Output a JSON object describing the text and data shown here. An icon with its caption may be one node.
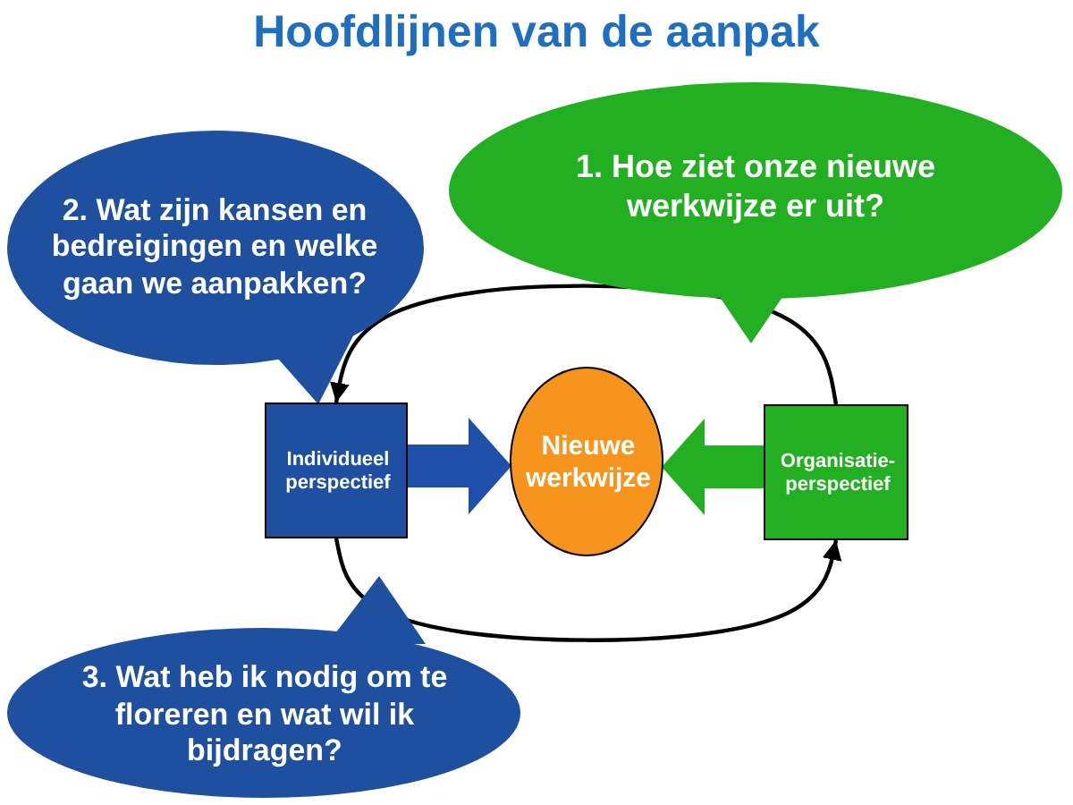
{
  "diagram": {
    "title": "Hoofdlijnen van de aanpak",
    "nodes": [
      {
        "text": [
          "2. Wat zijn kansen en bedreigingen en welke gaan we aanpakken?"
        ]
      },
      {
        "text": [
          "1. Hoe ziet onze nieuwe werkwijze er uit?"
        ]
      },
      {
        "text": [
          "Individueel perspectief"
        ]
      },
      {
        "text": [
          "Nieuwe werkwijze"
        ]
      },
      {
        "text": [
          "Organisatie-perspectief"
        ]
      },
      {
        "text": [
          "3. Wat heb ik nodig om te floreren en wat wil ik bijdragen?"
        ]
      }
    ],
    "edges": [
      {
        "from": 2,
        "to": 3,
        "arrow": "to",
        "style": "thick",
        "color": "#1f4fa8"
      },
      {
        "from": 4,
        "to": 3,
        "arrow": "to",
        "style": "thick",
        "color": "#22b022"
      },
      {
        "from": 4,
        "to": 2,
        "arrow": "to"
      },
      {
        "from": 2,
        "to": 4,
        "arrow": "to"
      }
    ]
  }
}
